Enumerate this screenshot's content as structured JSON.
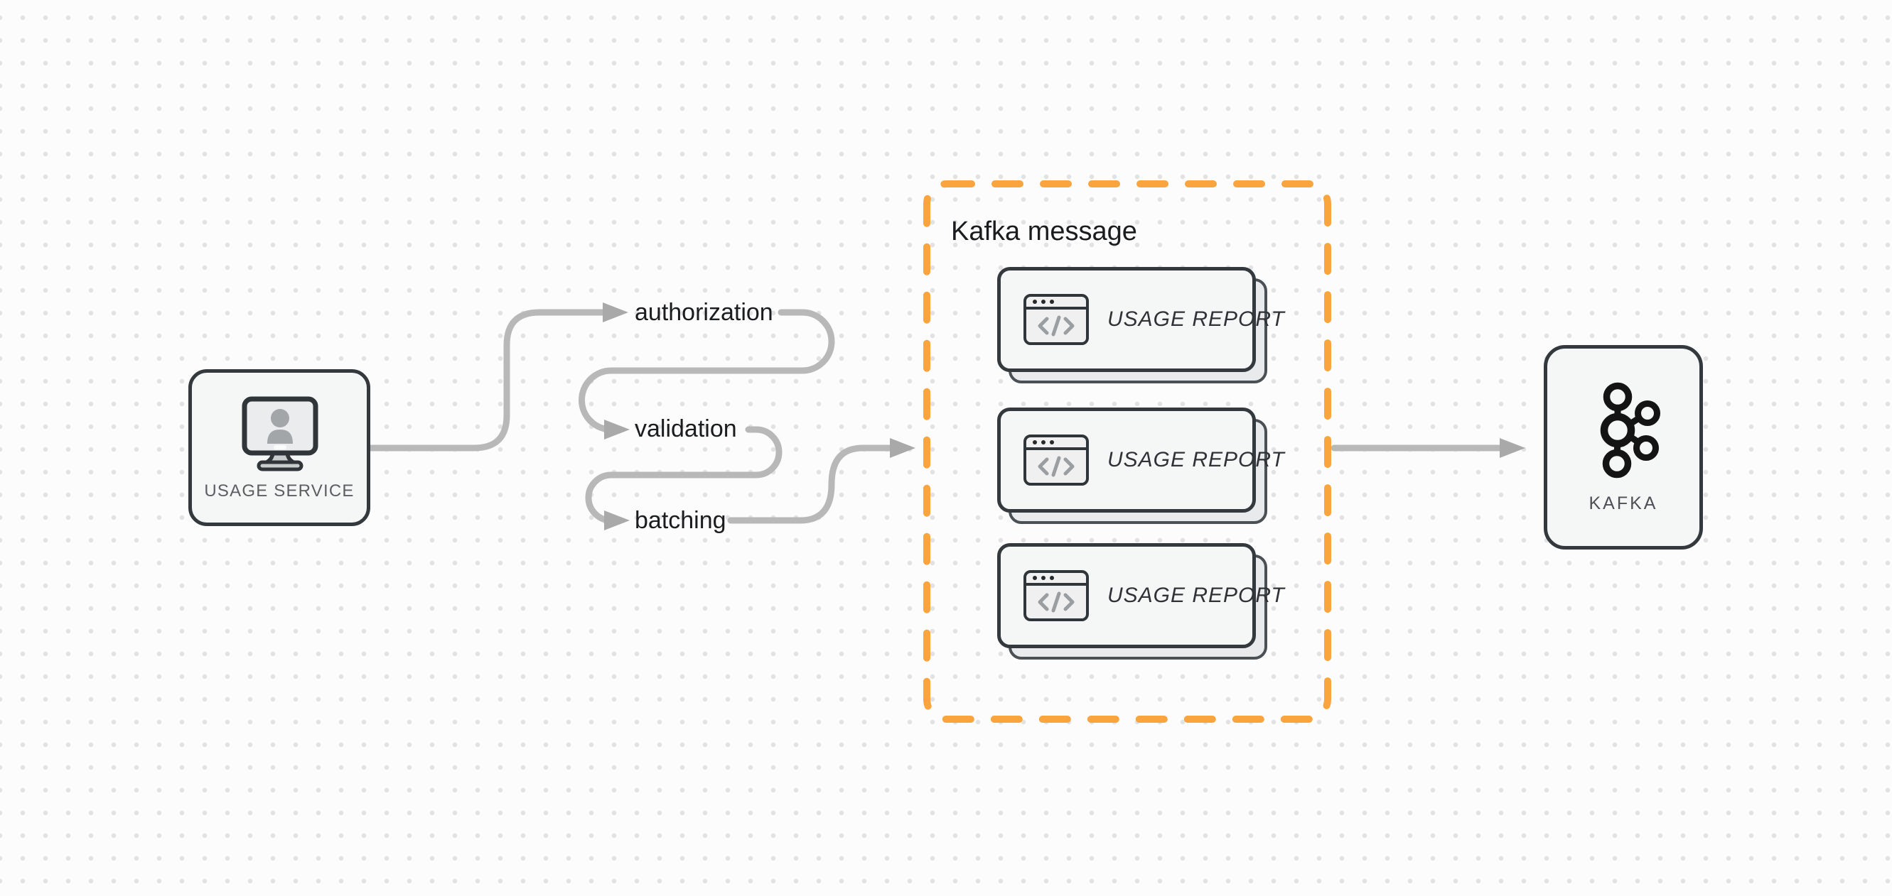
{
  "diagram": {
    "title_hint": "Usage reporting pipeline to Kafka",
    "colors": {
      "background": "#fcfcfd",
      "dot_grid": "#e2e2e4",
      "accent_orange": "#f9a43c",
      "connector_gray": "#b8b8b8",
      "arrowhead_gray": "#a9a9a9",
      "node_border": "#34393e",
      "node_background": "#f5f6f6",
      "text_dark": "#1b1c1e",
      "muted_label": "#5b5f63"
    },
    "usage_service": {
      "label": "USAGE SERVICE",
      "icon": "monitor-user-icon"
    },
    "steps": [
      {
        "label": "authorization"
      },
      {
        "label": "validation"
      },
      {
        "label": "batching"
      }
    ],
    "kafka_message_group": {
      "title": "Kafka message",
      "border_style": "orange-dashed",
      "cards": [
        {
          "label": "USAGE REPORT",
          "icon": "code-window-icon"
        },
        {
          "label": "USAGE REPORT",
          "icon": "code-window-icon"
        },
        {
          "label": "USAGE REPORT",
          "icon": "code-window-icon"
        }
      ]
    },
    "kafka": {
      "label": "KAFKA",
      "icon": "kafka-logo-icon"
    }
  }
}
